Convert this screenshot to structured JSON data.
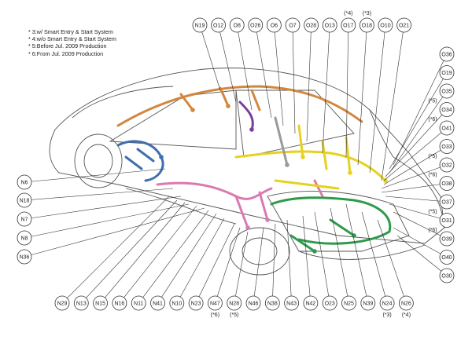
{
  "notes": [
    "* 3:w/ Smart Entry & Start System",
    "* 4:w/o Smart Entry & Start System",
    "* 5:Before Jul. 2009 Production",
    "* 6:From Jul. 2009 Production"
  ],
  "top_callouts": [
    {
      "id": "N19",
      "mark": ""
    },
    {
      "id": "O12",
      "mark": ""
    },
    {
      "id": "O8",
      "mark": ""
    },
    {
      "id": "O26",
      "mark": ""
    },
    {
      "id": "O6",
      "mark": ""
    },
    {
      "id": "O7",
      "mark": ""
    },
    {
      "id": "O28",
      "mark": ""
    },
    {
      "id": "O13",
      "mark": ""
    },
    {
      "id": "O17",
      "mark": "(*4)"
    },
    {
      "id": "O18",
      "mark": "(*3)"
    },
    {
      "id": "O10",
      "mark": ""
    },
    {
      "id": "O21",
      "mark": ""
    }
  ],
  "right_callouts": [
    {
      "id": "O36",
      "mark": ""
    },
    {
      "id": "O19",
      "mark": ""
    },
    {
      "id": "O35",
      "mark": ""
    },
    {
      "id": "O34",
      "mark": "(*5)"
    },
    {
      "id": "O41",
      "mark": "(*6)"
    },
    {
      "id": "O33",
      "mark": ""
    },
    {
      "id": "O32",
      "mark": "(*5)"
    },
    {
      "id": "O38",
      "mark": "(*6)"
    },
    {
      "id": "O37",
      "mark": ""
    },
    {
      "id": "O31",
      "mark": "(*5)"
    },
    {
      "id": "O39",
      "mark": "(*6)"
    },
    {
      "id": "O40",
      "mark": ""
    },
    {
      "id": "O30",
      "mark": ""
    }
  ],
  "left_callouts": [
    {
      "id": "N6",
      "mark": ""
    },
    {
      "id": "N18",
      "mark": ""
    },
    {
      "id": "N7",
      "mark": ""
    },
    {
      "id": "N8",
      "mark": ""
    },
    {
      "id": "N36",
      "mark": ""
    }
  ],
  "bottom_callouts": [
    {
      "id": "N29",
      "mark": ""
    },
    {
      "id": "N13",
      "mark": ""
    },
    {
      "id": "N15",
      "mark": ""
    },
    {
      "id": "N16",
      "mark": ""
    },
    {
      "id": "N11",
      "mark": ""
    },
    {
      "id": "N41",
      "mark": ""
    },
    {
      "id": "N10",
      "mark": ""
    },
    {
      "id": "N23",
      "mark": ""
    },
    {
      "id": "N47",
      "mark": "(*6)"
    },
    {
      "id": "N28",
      "mark": "(*5)"
    },
    {
      "id": "N46",
      "mark": ""
    },
    {
      "id": "N38",
      "mark": ""
    },
    {
      "id": "N43",
      "mark": ""
    },
    {
      "id": "N42",
      "mark": ""
    },
    {
      "id": "O23",
      "mark": ""
    },
    {
      "id": "N25",
      "mark": ""
    },
    {
      "id": "N39",
      "mark": ""
    },
    {
      "id": "N24",
      "mark": "(*3)"
    },
    {
      "id": "N26",
      "mark": "(*4)"
    }
  ],
  "colors": {
    "outline": "#555555",
    "leader": "#333333",
    "harness_orange": "#d2873f",
    "harness_yellow": "#e6d21e",
    "harness_pink": "#d97ab0",
    "harness_green": "#2e9a4a",
    "harness_blue": "#3f6fae",
    "harness_purple": "#7a3f9a",
    "harness_gray": "#9a9a9a"
  }
}
